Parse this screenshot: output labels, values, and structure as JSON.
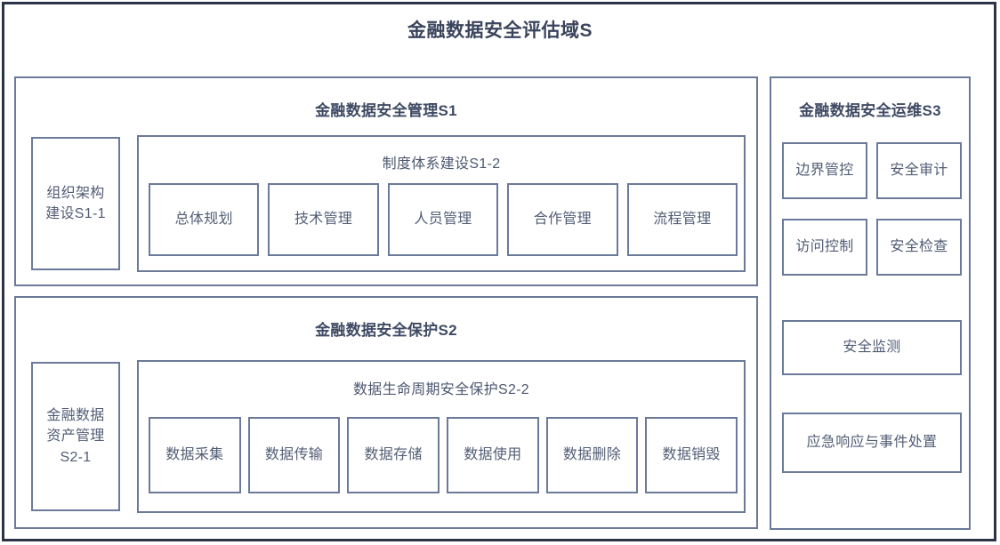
{
  "diagram": {
    "title": "金融数据安全评估域S",
    "accent_border": "#6b7a99",
    "frame_border": "#2b3447",
    "title_color": "#3a445c",
    "text_color": "#525d75",
    "background": "#ffffff"
  },
  "s1": {
    "title": "金融数据安全管理S1",
    "left_box": "组织架构\n建设S1-1",
    "sub": {
      "title": "制度体系建设S1-2",
      "items": [
        {
          "label": "总体规划"
        },
        {
          "label": "技术管理"
        },
        {
          "label": "人员管理"
        },
        {
          "label": "合作管理"
        },
        {
          "label": "流程管理"
        }
      ]
    }
  },
  "s2": {
    "title": "金融数据安全保护S2",
    "left_box": "金融数据\n资产管理\nS2-1",
    "sub": {
      "title": "数据生命周期安全保护S2-2",
      "items": [
        {
          "label": "数据采集"
        },
        {
          "label": "数据传输"
        },
        {
          "label": "数据存储"
        },
        {
          "label": "数据使用"
        },
        {
          "label": "数据删除"
        },
        {
          "label": "数据销毁"
        }
      ]
    }
  },
  "s3": {
    "title": "金融数据安全运维S3",
    "row1": [
      {
        "label": "边界管控"
      },
      {
        "label": "安全审计"
      }
    ],
    "row2": [
      {
        "label": "访问控制"
      },
      {
        "label": "安全检查"
      }
    ],
    "wide1": {
      "label": "安全监测"
    },
    "wide2": {
      "label": "应急响应与事件处置"
    }
  }
}
